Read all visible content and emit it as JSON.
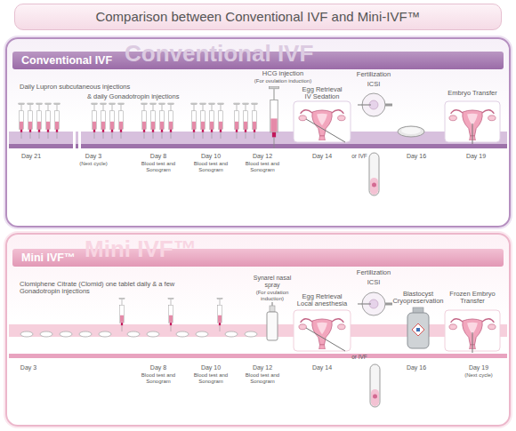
{
  "diagram": {
    "title": "Comparison between Conventional IVF and Mini-IVF™",
    "nodes": [
      {
        "text": [
          "Conventional IVF"
        ]
      },
      {
        "text": [
          "Mini IVF™"
        ]
      }
    ],
    "labels": [
      "Conventional IVF",
      "Daily Lupron subcutaneous injections",
      "& daily Gonadotropin injections",
      "HCG injection",
      "(For ovulation induction)",
      "Egg Retrieval IV Sedation",
      "Fertilization",
      "ICSI",
      "or IVF",
      "Embryo Transfer",
      "Day 21",
      "Day 3",
      "(Next cycle)",
      "Day 8",
      "Blood test and Sonogram",
      "Day 10",
      "Blood test and Sonogram",
      "Day 12",
      "Blood test and Sonogram",
      "Day 14",
      "Day 16",
      "Day 19",
      "Mini IVF™",
      "Clomiphene Citrate (Clomid) one tablet daily & a few Gonadotropin injections",
      "Synarel nasal spray",
      "(For ovulation induction)",
      "Egg Retrieval Local anesthesia",
      "Fertilization",
      "ICSI",
      "or IVF",
      "Blastocyst Cryopreservation",
      "Frozen Embryo Transfer",
      "Day 3",
      "Day 8",
      "Blood test and Sonogram",
      "Day 10",
      "Blood test and Sonogram",
      "Day 12",
      "Blood test and Sonogram",
      "Day 14",
      "Day 16",
      "Day 19",
      "(Next cycle)"
    ]
  }
}
